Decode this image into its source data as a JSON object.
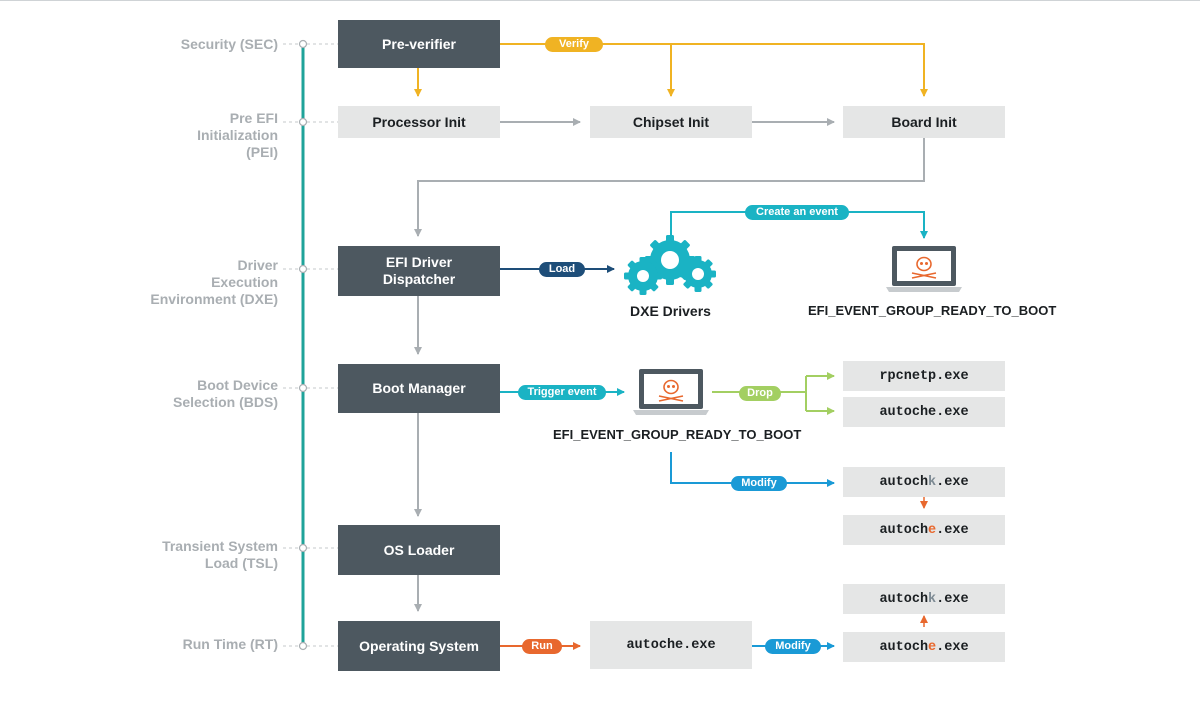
{
  "phases": {
    "sec": "Security (SEC)",
    "pei": [
      "Pre EFI",
      "Initialization",
      "(PEI)"
    ],
    "dxe": [
      "Driver",
      "Execution",
      "Environment (DXE)"
    ],
    "bds": [
      "Boot Device",
      "Selection (BDS)"
    ],
    "tsl": [
      "Transient System",
      "Load (TSL)"
    ],
    "rt": "Run Time (RT)"
  },
  "boxes": {
    "pre_verifier": "Pre-verifier",
    "processor_init": "Processor Init",
    "chipset_init": "Chipset Init",
    "board_init": "Board Init",
    "efi_driver_dispatcher": [
      "EFI Driver",
      "Dispatcher"
    ],
    "boot_manager": "Boot Manager",
    "os_loader": "OS Loader",
    "operating_system": "Operating System"
  },
  "files": {
    "rpcnetp": "rpcnetp.exe",
    "autoche_drop": "autoche.exe",
    "autochk_1": {
      "prefix": "autoch",
      "mid": "k",
      "suffix": ".exe"
    },
    "autoche_1": {
      "prefix": "autoch",
      "mid": "e",
      "suffix": ".exe"
    },
    "autoche_run": "autoche.exe",
    "autochk_2": {
      "prefix": "autoch",
      "mid": "k",
      "suffix": ".exe"
    },
    "autoche_2": {
      "prefix": "autoch",
      "mid": "e",
      "suffix": ".exe"
    }
  },
  "pills": {
    "verify": "Verify",
    "create_event": "Create an event",
    "load": "Load",
    "trigger_event": "Trigger event",
    "drop": "Drop",
    "modify_bds": "Modify",
    "run": "Run",
    "modify_rt": "Modify"
  },
  "captions": {
    "dxe_drivers": "DXE Drivers",
    "ready_to_boot_top": "EFI_EVENT_GROUP_READY_TO_BOOT",
    "ready_to_boot_bottom": "EFI_EVENT_GROUP_READY_TO_BOOT"
  },
  "icons": {
    "gears": "gears-icon",
    "laptop": "laptop-skull-icon"
  },
  "colors": {
    "phase_text": "#a9aeb2",
    "timeline": "#1fa39a",
    "verify": "#f0b323",
    "event_teal": "#1ab3c4",
    "load_navy": "#1e4e79",
    "drop_green": "#a3cf62",
    "modify_blue": "#1a9ad6",
    "run_orange": "#e8682e",
    "dark_box": "#4d5860",
    "light_box": "#e5e6e6",
    "gray_arrow": "#a9aeb2"
  }
}
